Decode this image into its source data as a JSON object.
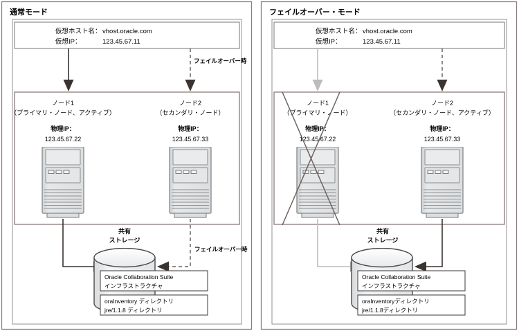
{
  "panels": [
    {
      "id": "normal-mode",
      "title": "通常モード",
      "virtual_host": {
        "host_label": "仮想ホスト名：",
        "host_value": "vhost.oracle.com",
        "ip_label": "仮想IP：",
        "ip_value": "123.45.67.11"
      },
      "failover_link_label": "フェイルオーバー時",
      "failover_storage_label": "フェイルオーバー時",
      "nodes": [
        {
          "name": "ノード1",
          "role": "（プライマリ・ノード、アクティブ）",
          "ip_label": "物理IP：",
          "ip_value": "123.45.67.22",
          "active": true,
          "crossed_out": false
        },
        {
          "name": "ノード2",
          "role": "（セカンダリ・ノード）",
          "ip_label": "物理IP：",
          "ip_value": "123.45.67.33",
          "active": false,
          "crossed_out": false
        }
      ],
      "storage": {
        "title_line1": "共有",
        "title_line2": "ストレージ",
        "box1_line1": "Oracle Collaboration Suite",
        "box1_line2": "インフラストラクチャ",
        "box2_line1": "oraInventory ディレクトリ",
        "box2_line2": "jre/1.1.8 ディレクトリ"
      }
    },
    {
      "id": "failover-mode",
      "title": "フェイルオーバー・モード",
      "virtual_host": {
        "host_label": "仮想ホスト名：",
        "host_value": "vhost.oracle.com",
        "ip_label": "仮想IP：",
        "ip_value": "123.45.67.11"
      },
      "failover_link_label": "",
      "failover_storage_label": "",
      "nodes": [
        {
          "name": "ノード1",
          "role": "（プライマリ・ノード）",
          "ip_label": "物理IP：",
          "ip_value": "123.45.67.22",
          "active": false,
          "crossed_out": true
        },
        {
          "name": "ノード2",
          "role": "（セカンダリ・ノード、アクティブ）",
          "ip_label": "物理IP：",
          "ip_value": "123.45.67.33",
          "active": true,
          "crossed_out": false
        }
      ],
      "storage": {
        "title_line1": "共有",
        "title_line2": "ストレージ",
        "box1_line1": "Oracle Collaboration Suite",
        "box1_line2": "インフラストラクチャ",
        "box2_line1": "oraInventoryディレクトリ",
        "box2_line2": "jre/1.1.8ディレクトリ"
      }
    }
  ],
  "colors": {
    "outer_border": "#8a7f7d",
    "inner_border": "#8c8c8c",
    "node_box_border": "#8b7a78",
    "server_body": "#e0e2e4",
    "server_edge": "#8b8e90",
    "cylinder_fill": "#eceeef",
    "cylinder_edge": "#4a4a4a",
    "active_line": "#3a3330",
    "inactive_line": "#b4b4b4",
    "dashed_line": "#6b6360",
    "text": "#000000"
  }
}
